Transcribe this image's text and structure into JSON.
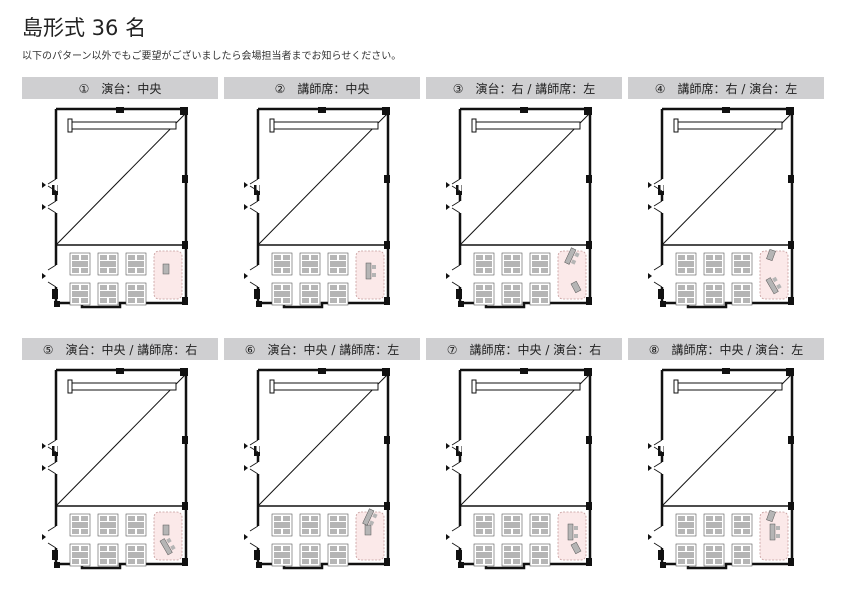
{
  "page": {
    "title": "島形式 36 名",
    "note": "以下のパターン以外でもご要望がございましたら会場担当者までお知らせください。"
  },
  "colors": {
    "header_bg": "#cfcfd1",
    "wall": "#111111",
    "furniture": "#b5b5b5",
    "zone_fill": "#fbe9e9",
    "zone_border": "#c59a9a"
  },
  "layouts": [
    {
      "label": "①　演台：中央",
      "podium": "center",
      "lecturer": "none"
    },
    {
      "label": "②　講師席：中央",
      "podium": "none",
      "lecturer": "center"
    },
    {
      "label": "③　演台：右 / 講師席：左",
      "podium": "right",
      "lecturer": "left"
    },
    {
      "label": "④　講師席：右 / 演台：左",
      "podium": "left",
      "lecturer": "right"
    },
    {
      "label": "⑤　演台：中央 / 講師席：右",
      "podium": "center",
      "lecturer": "right"
    },
    {
      "label": "⑥　演台：中央 / 講師席：左",
      "podium": "center",
      "lecturer": "left"
    },
    {
      "label": "⑦　講師席：中央 / 演台：右",
      "podium": "right",
      "lecturer": "center"
    },
    {
      "label": "⑧　講師席：中央 / 演台：左",
      "podium": "left",
      "lecturer": "center"
    }
  ]
}
